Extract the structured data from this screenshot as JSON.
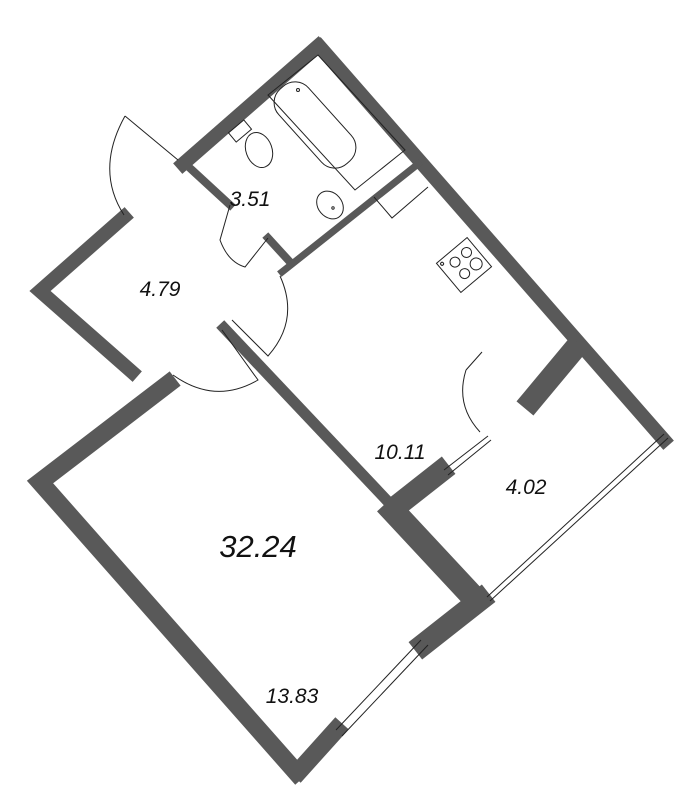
{
  "rooms": {
    "bathroom_area": "3.51",
    "hallway_area": "4.79",
    "kitchen_area": "10.11",
    "balcony_area": "4.02",
    "total_area": "32.24",
    "living_room_area": "13.83"
  },
  "colors": {
    "wall": "#595959",
    "line": "#222222",
    "background": "#ffffff"
  }
}
